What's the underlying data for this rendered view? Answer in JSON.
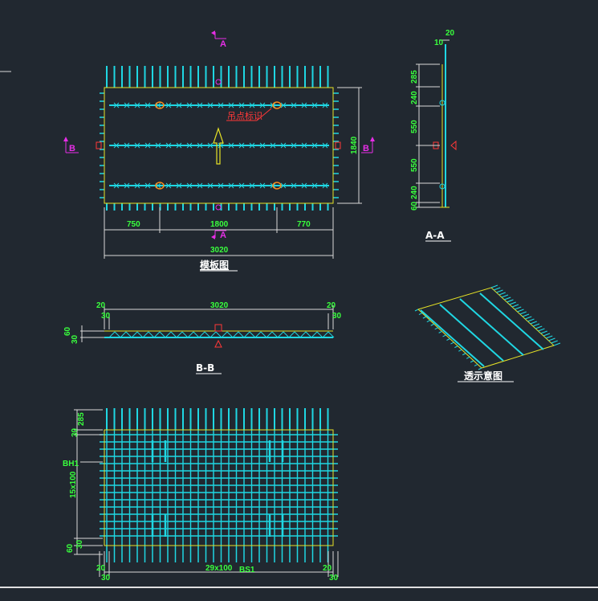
{
  "labels": {
    "plan": "模板图",
    "section_aa": "A-A",
    "section_bb": "B-B",
    "iso": "透示意图",
    "anchor_note": "吊点标识"
  },
  "section_marks": {
    "a": "A",
    "b": "B"
  },
  "plan_dims": {
    "seg1": "750",
    "seg2": "1800",
    "seg3": "770",
    "total": "3020",
    "height": "1840"
  },
  "aa_dims": {
    "d1": "20",
    "d2": "10",
    "d3": "285",
    "d4": "240",
    "d5": "550",
    "d6": "550",
    "d7": "240",
    "d8": "60"
  },
  "bb_dims": {
    "left": "20",
    "left2": "30",
    "total": "3020",
    "right": "20",
    "right2": "30",
    "h1": "60",
    "h2": "30"
  },
  "grid_dims": {
    "top": "285",
    "top2": "30",
    "side": "BH1",
    "mid": "15x100",
    "bot": "60",
    "bot2": "30",
    "bl": "20",
    "bl2": "30",
    "span": "29x100",
    "span_label": "BS1",
    "br": "20",
    "br2": "30"
  },
  "colors": {
    "bg": "#212830",
    "cyan": "#1fd7e3",
    "yellow": "#e6e226",
    "green": "#39ff3d",
    "magenta": "#e62ee6",
    "red": "#ff3838",
    "orange": "#ff8c1a"
  }
}
